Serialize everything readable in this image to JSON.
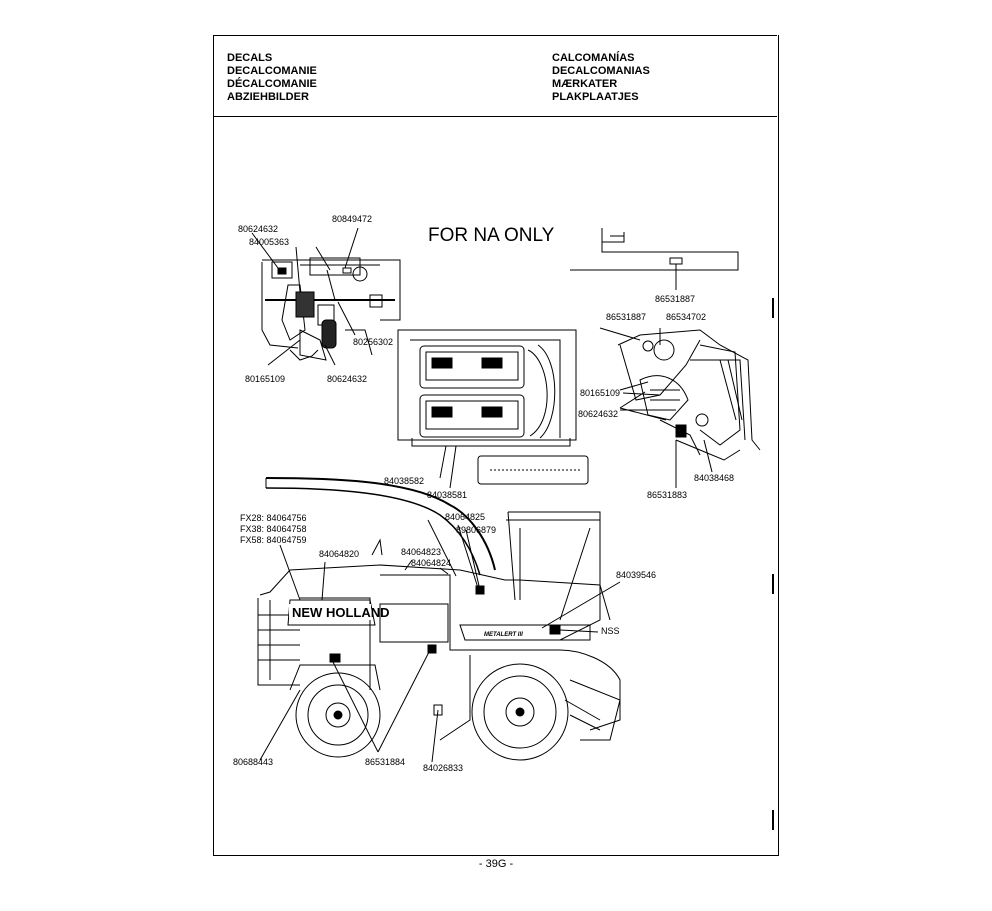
{
  "header": {
    "left": [
      "DECALS",
      "DECALCOMANIE",
      "DÉCALCOMANIE",
      "ABZIEHBILDER"
    ],
    "right": [
      "CALCOMANÍAS",
      "DECALCOMANIAS",
      "MÆRKATER",
      "PLAKPLAATJES"
    ]
  },
  "drawing": {
    "banner": "FOR NA ONLY",
    "labels": {
      "a": "80624632",
      "b": "84005363",
      "c": "80849472",
      "d": "80256302",
      "e": "80165109",
      "f": "80624632",
      "g": "86531887",
      "h": "86531887",
      "i": "86534702",
      "j": "80165109",
      "k": "80624632",
      "l": "84038468",
      "m": "86531883",
      "n": "84038582",
      "o": "84038581",
      "p": "FX28: 84064756",
      "q": "FX38: 84064758",
      "r": "FX58: 84064759",
      "s": "84064820",
      "t": "84064825",
      "u": "89806879",
      "v": "84064823",
      "w": "84064824",
      "x": "84039546",
      "y": "NSS",
      "z": "80688443",
      "aa": "86531884",
      "ab": "84026833"
    },
    "brand": "NEW HOLLAND",
    "model": "METALERT III"
  },
  "footer": {
    "page": "- 39G -"
  }
}
